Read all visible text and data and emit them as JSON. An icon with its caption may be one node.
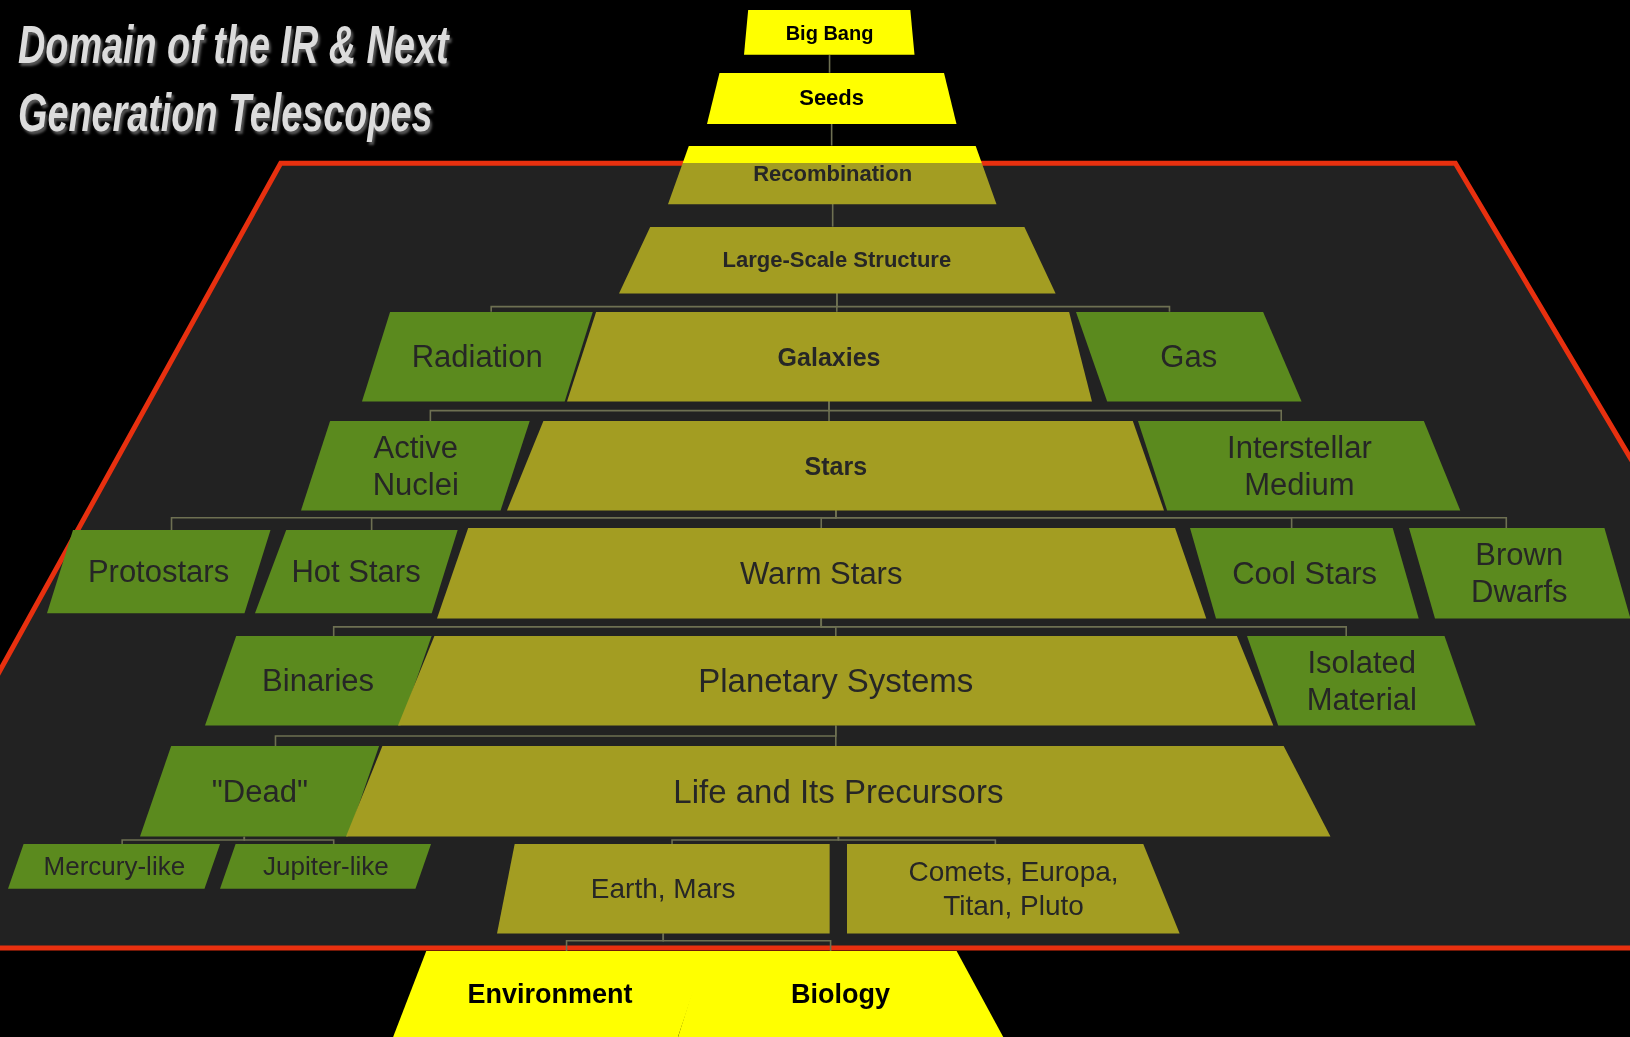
{
  "diagram": {
    "title": "Domain of the IR & Next Generation Telescopes",
    "nodes": [
      {
        "text": [
          "Big Bang"
        ]
      },
      {
        "text": [
          "Seeds"
        ]
      },
      {
        "text": [
          "Recombination"
        ]
      },
      {
        "text": [
          "Large-Scale Structure"
        ]
      },
      {
        "text": [
          "Radiation"
        ]
      },
      {
        "text": [
          "Galaxies"
        ]
      },
      {
        "text": [
          "Gas"
        ]
      },
      {
        "text": [
          "Active Nuclei"
        ]
      },
      {
        "text": [
          "Stars"
        ]
      },
      {
        "text": [
          "Interstellar Medium"
        ]
      },
      {
        "text": [
          "Protostars"
        ]
      },
      {
        "text": [
          "Hot Stars"
        ]
      },
      {
        "text": [
          "Warm Stars"
        ]
      },
      {
        "text": [
          "Cool Stars"
        ]
      },
      {
        "text": [
          "Brown Dwarfs"
        ]
      },
      {
        "text": [
          "Binaries"
        ]
      },
      {
        "text": [
          "Planetary Systems"
        ]
      },
      {
        "text": [
          "Isolated Material"
        ]
      },
      {
        "text": [
          "\"Dead\""
        ]
      },
      {
        "text": [
          "Life and Its Precursors"
        ]
      },
      {
        "text": [
          "Mercury-like"
        ]
      },
      {
        "text": [
          "Jupiter-like"
        ]
      },
      {
        "text": [
          "Earth, Mars"
        ]
      },
      {
        "text": [
          "Comets, Europa, Titan, Pluto"
        ]
      },
      {
        "text": [
          "Environment"
        ]
      },
      {
        "text": [
          "Biology"
        ]
      }
    ],
    "edges": [
      {
        "from": 0,
        "to": 1,
        "arrow": "none"
      },
      {
        "from": 1,
        "to": 2,
        "arrow": "none"
      },
      {
        "from": 2,
        "to": 3,
        "arrow": "none"
      },
      {
        "from": 3,
        "to": 4,
        "arrow": "none"
      },
      {
        "from": 3,
        "to": 5,
        "arrow": "none"
      },
      {
        "from": 3,
        "to": 6,
        "arrow": "none"
      },
      {
        "from": 5,
        "to": 7,
        "arrow": "none"
      },
      {
        "from": 5,
        "to": 8,
        "arrow": "none"
      },
      {
        "from": 5,
        "to": 9,
        "arrow": "none"
      },
      {
        "from": 8,
        "to": 10,
        "arrow": "none"
      },
      {
        "from": 8,
        "to": 11,
        "arrow": "none"
      },
      {
        "from": 8,
        "to": 12,
        "arrow": "none"
      },
      {
        "from": 8,
        "to": 13,
        "arrow": "none"
      },
      {
        "from": 8,
        "to": 14,
        "arrow": "none"
      },
      {
        "from": 12,
        "to": 15,
        "arrow": "none"
      },
      {
        "from": 12,
        "to": 16,
        "arrow": "none"
      },
      {
        "from": 12,
        "to": 17,
        "arrow": "none"
      },
      {
        "from": 16,
        "to": 18,
        "arrow": "none"
      },
      {
        "from": 16,
        "to": 19,
        "arrow": "none"
      },
      {
        "from": 18,
        "to": 20,
        "arrow": "none"
      },
      {
        "from": 18,
        "to": 21,
        "arrow": "none"
      },
      {
        "from": 19,
        "to": 22,
        "arrow": "none"
      },
      {
        "from": 19,
        "to": 23,
        "arrow": "none"
      },
      {
        "from": 22,
        "to": 24,
        "arrow": "none"
      },
      {
        "from": 22,
        "to": 25,
        "arrow": "none"
      }
    ]
  }
}
